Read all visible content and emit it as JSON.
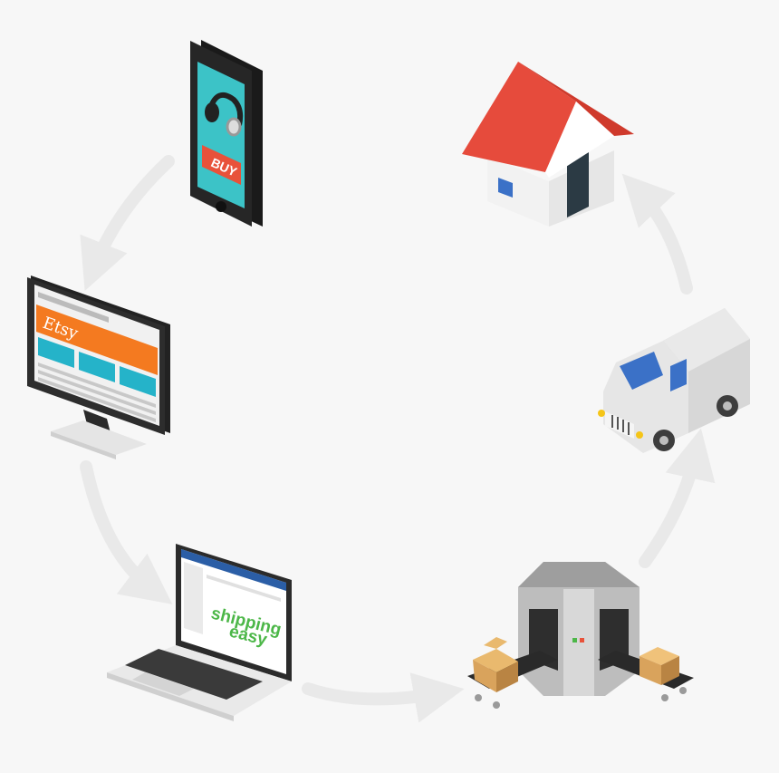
{
  "diagram": {
    "steps": [
      {
        "id": "phone",
        "icon": "smartphone-icon",
        "button_text": "BUY"
      },
      {
        "id": "monitor",
        "icon": "desktop-monitor-icon",
        "site_name": "Etsy"
      },
      {
        "id": "laptop",
        "icon": "laptop-icon",
        "logo_line1": "shipping",
        "logo_line2": "easy"
      },
      {
        "id": "warehouse",
        "icon": "package-sorting-machine-icon"
      },
      {
        "id": "van",
        "icon": "delivery-van-icon"
      },
      {
        "id": "house",
        "icon": "house-icon"
      }
    ],
    "colors": {
      "background": "#f7f7f7",
      "arrow": "#e9e9e9",
      "etsy_orange": "#f47a20",
      "teal": "#25b3c9",
      "green": "#4cb748",
      "buy_red": "#e8523a",
      "roof_red": "#e64b3c",
      "box_tan": "#d9a35c"
    }
  }
}
